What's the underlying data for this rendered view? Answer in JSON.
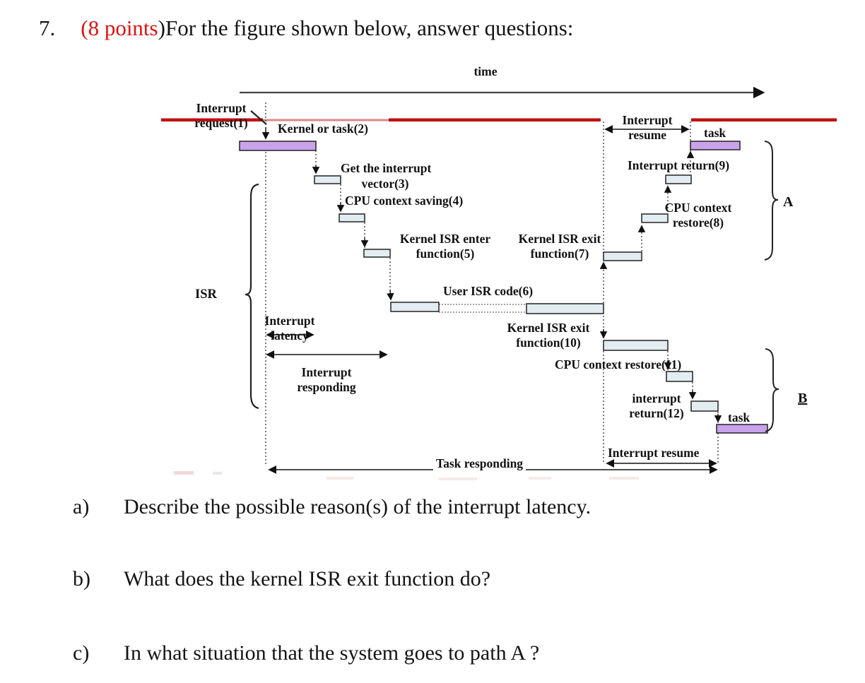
{
  "title": {
    "number": "7.",
    "points": "(8 points",
    "closing_and_text": ")For the figure shown below, answer questions:"
  },
  "diagram": {
    "time_axis": "time",
    "interrupt_request_line1": "Interrupt",
    "interrupt_request_line2": "request(1)",
    "kernel_or_task": "Kernel or task(2)",
    "get_vector_line1": "Get the interrupt",
    "get_vector_line2": "vector(3)",
    "cpu_context_saving": "CPU context saving(4)",
    "kernel_isr_enter_line1": "Kernel ISR enter",
    "kernel_isr_enter_line2": "function(5)",
    "user_isr_code": "User ISR code(6)",
    "kernel_isr_exit7_line1": "Kernel ISR exit",
    "kernel_isr_exit7_line2": "function(7)",
    "interrupt_resume_top_line1": "Interrupt",
    "interrupt_resume_top_line2": "resume",
    "task_top": "task",
    "interrupt_return9": "Interrupt return(9)",
    "cpu_context_restore8_line1": "CPU context",
    "cpu_context_restore8_line2": "restore(8)",
    "path_a": "A",
    "isr": "ISR",
    "interrupt_latency_line1": "Interrupt",
    "interrupt_latency_line2": "latency",
    "interrupt_responding_line1": "Interrupt",
    "interrupt_responding_line2": "responding",
    "kernel_isr_exit10_line1": "Kernel ISR exit",
    "kernel_isr_exit10_line2": "function(10)",
    "cpu_context_restore11": "CPU context restore(11)",
    "interrupt_return12_line1": "interrupt",
    "interrupt_return12_line2": "return(12)",
    "task_bottom": "task",
    "path_b": "B",
    "interrupt_resume_bottom": "Interrupt resume",
    "task_responding": "Task responding"
  },
  "questions": [
    {
      "label": "a)",
      "text": "Describe the possible reason(s) of the interrupt latency."
    },
    {
      "label": "b)",
      "text": "What does the kernel ISR exit function do?"
    },
    {
      "label": "c)",
      "text": "In what situation that the system goes to path A ?"
    }
  ],
  "colors": {
    "red-line": "#c01010",
    "red-line-light": "#d98a8a",
    "bar-fill": "#e2edf1",
    "purple-fill": "#c9a2ec",
    "ink": "#141414"
  }
}
